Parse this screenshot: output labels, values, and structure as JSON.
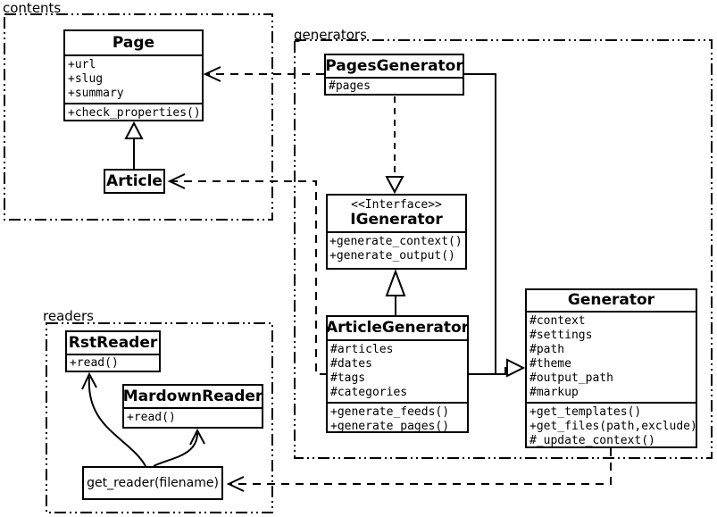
{
  "diagram": {
    "kind": "UML class diagram",
    "colors": {
      "line": "#000000",
      "background": "#ffffff",
      "box_fill": "#ffffff"
    }
  },
  "packages": {
    "contents": {
      "label": "contents"
    },
    "generators": {
      "label": "generators"
    },
    "readers": {
      "label": "readers"
    }
  },
  "classes": {
    "page": {
      "name": "Page",
      "attributes": [
        "+url",
        "+slug",
        "+summary"
      ],
      "methods": [
        "+check_properties()"
      ]
    },
    "article": {
      "name": "Article"
    },
    "pages_generator": {
      "name": "PagesGenerator",
      "attributes": [
        "#pages"
      ]
    },
    "igenerator": {
      "stereotype": "<<Interface>>",
      "name": "IGenerator",
      "methods": [
        "+generate_context()",
        "+generate_output()"
      ]
    },
    "article_generator": {
      "name": "ArticleGenerator",
      "attributes": [
        "#articles",
        "#dates",
        "#tags",
        "#categories"
      ],
      "methods": [
        "+generate_feeds()",
        "+generate_pages()"
      ]
    },
    "generator": {
      "name": "Generator",
      "attributes": [
        "#context",
        "#settings",
        "#path",
        "#theme",
        "#output_path",
        "#markup"
      ],
      "methods": [
        "+get_templates()",
        "+get_files(path,exclude)",
        "#_update_context()"
      ]
    },
    "rst_reader": {
      "name": "RstReader",
      "methods": [
        "+read()"
      ]
    },
    "mardown_reader": {
      "name": "MardownReader",
      "methods": [
        "+read()"
      ]
    },
    "get_reader": {
      "name": "get_reader(filename)"
    }
  },
  "relationships": [
    {
      "type": "generalization",
      "from": "Article",
      "to": "Page"
    },
    {
      "type": "realization",
      "from": "PagesGenerator",
      "to": "IGenerator"
    },
    {
      "type": "generalization",
      "from": "ArticleGenerator",
      "to": "IGenerator"
    },
    {
      "type": "generalization",
      "from": "PagesGenerator",
      "to": "Generator"
    },
    {
      "type": "generalization",
      "from": "ArticleGenerator",
      "to": "Generator"
    },
    {
      "type": "dependency",
      "from": "PagesGenerator",
      "to": "Page"
    },
    {
      "type": "dependency",
      "from": "ArticleGenerator",
      "to": "Article"
    },
    {
      "type": "dependency",
      "from": "Generator",
      "to": "get_reader(filename)"
    },
    {
      "type": "association",
      "from": "get_reader(filename)",
      "to": "RstReader"
    },
    {
      "type": "association",
      "from": "get_reader(filename)",
      "to": "MardownReader"
    }
  ]
}
